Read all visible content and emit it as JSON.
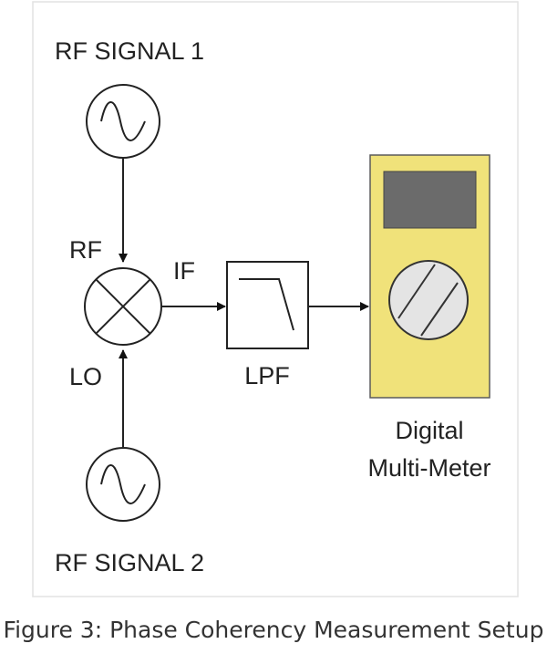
{
  "diagram": {
    "sources": {
      "signal1_label": "RF SIGNAL 1",
      "signal2_label": "RF SIGNAL 2"
    },
    "mixer": {
      "rf_port_label": "RF",
      "lo_port_label": "LO",
      "if_port_label": "IF"
    },
    "filter": {
      "label": "LPF"
    },
    "meter": {
      "label_line1": "Digital",
      "label_line2": "Multi-Meter",
      "body_color": "#f0e27a",
      "display_color": "#6b6b6b",
      "dial_color": "#e4e4e4"
    }
  },
  "caption": "Figure 3: Phase Coherency Measurement Setup"
}
